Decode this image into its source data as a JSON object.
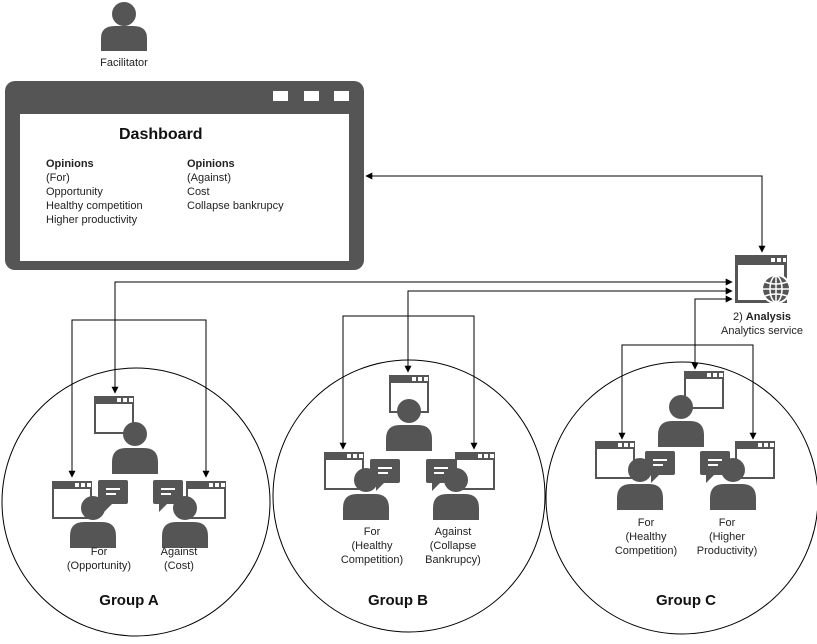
{
  "facilitator": {
    "label": "Facilitator"
  },
  "dashboard": {
    "title": "Dashboard",
    "col_for": {
      "heading": "Opinions",
      "sub": "(For)",
      "items": [
        "Opportunity",
        "Healthy competition",
        "Higher productivity"
      ]
    },
    "col_against": {
      "heading": "Opinions",
      "sub": "(Against)",
      "items": [
        "Cost",
        "Collapse bankrupcy"
      ]
    }
  },
  "analysis": {
    "step": "2)",
    "title": "Analysis",
    "subtitle": "Analytics service"
  },
  "groups": [
    {
      "title": "Group A",
      "left_label": [
        "For",
        "(Opportunity)"
      ],
      "right_label": [
        "Against",
        "(Cost)"
      ]
    },
    {
      "title": "Group B",
      "left_label": [
        "For",
        "(Healthy",
        "Competition)"
      ],
      "right_label": [
        "Against",
        "(Collapse",
        "Bankrupcy)"
      ]
    },
    {
      "title": "Group C",
      "left_label": [
        "For",
        "(Healthy",
        "Competition)"
      ],
      "right_label": [
        "For",
        "(Higher",
        "Productivity)"
      ]
    }
  ],
  "colors": {
    "icon": "#555555",
    "line": "#000000",
    "circle": "#000000"
  }
}
